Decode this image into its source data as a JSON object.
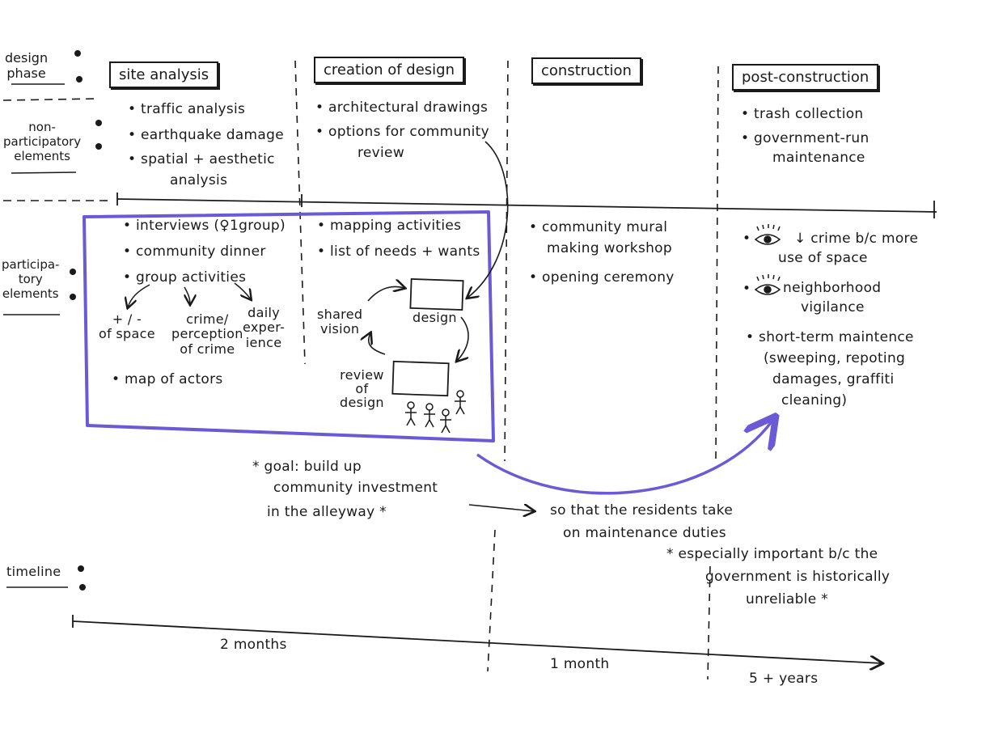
{
  "row_labels": {
    "design_phase": [
      "design",
      "phase"
    ],
    "non_participatory": [
      "non-",
      "participatory",
      "elements"
    ],
    "participatory": [
      "participa-",
      "tory",
      "elements"
    ],
    "timeline": "timeline"
  },
  "phases": [
    "site analysis",
    "creation of design",
    "construction",
    "post-construction"
  ],
  "non_participatory": {
    "site_analysis": [
      "• traffic analysis",
      "• earthquake damage",
      "• spatial + aesthetic",
      "analysis"
    ],
    "creation_of_design": [
      "• architectural drawings",
      "• options for community",
      "review"
    ],
    "post_construction": [
      "• trash collection",
      "• government-run",
      "maintenance"
    ]
  },
  "participatory": {
    "site_analysis": {
      "items": [
        "• interviews (♀1group)",
        "• community dinner",
        "• group activities"
      ],
      "activity_branches": [
        [
          "+ / -",
          "of space"
        ],
        [
          "crime/",
          "perception",
          "of crime"
        ],
        [
          "daily",
          "exper-",
          "ience"
        ]
      ],
      "map": "• map of actors"
    },
    "creation_of_design": {
      "items": [
        "• mapping activities",
        "• list of needs + wants"
      ],
      "cycle": {
        "shared_vision": [
          "shared",
          "vision"
        ],
        "design": "design",
        "review": [
          "review",
          "of",
          "design"
        ]
      }
    },
    "construction": [
      "• community mural",
      "making workshop",
      "• opening ceremony"
    ],
    "post_construction": {
      "crime": [
        "↓ crime b/c more",
        "use of space"
      ],
      "vigilance": [
        "neighborhood",
        "vigilance"
      ],
      "maintenance": [
        "• short-term maintence",
        "(sweeping, repoting",
        "damages, graffiti",
        "cleaning)"
      ]
    }
  },
  "goal": [
    "* goal: build up",
    "community investment",
    "in the alleyway *"
  ],
  "result": [
    "so that the residents take",
    "on maintenance duties"
  ],
  "note": [
    "* especially important b/c the",
    "government is historically",
    "unreliable *"
  ],
  "timeline": [
    "2 months",
    "1 month",
    "5 + years"
  ],
  "colors": {
    "ink": "#1a1a1a",
    "highlight": "#6a5ad6"
  }
}
